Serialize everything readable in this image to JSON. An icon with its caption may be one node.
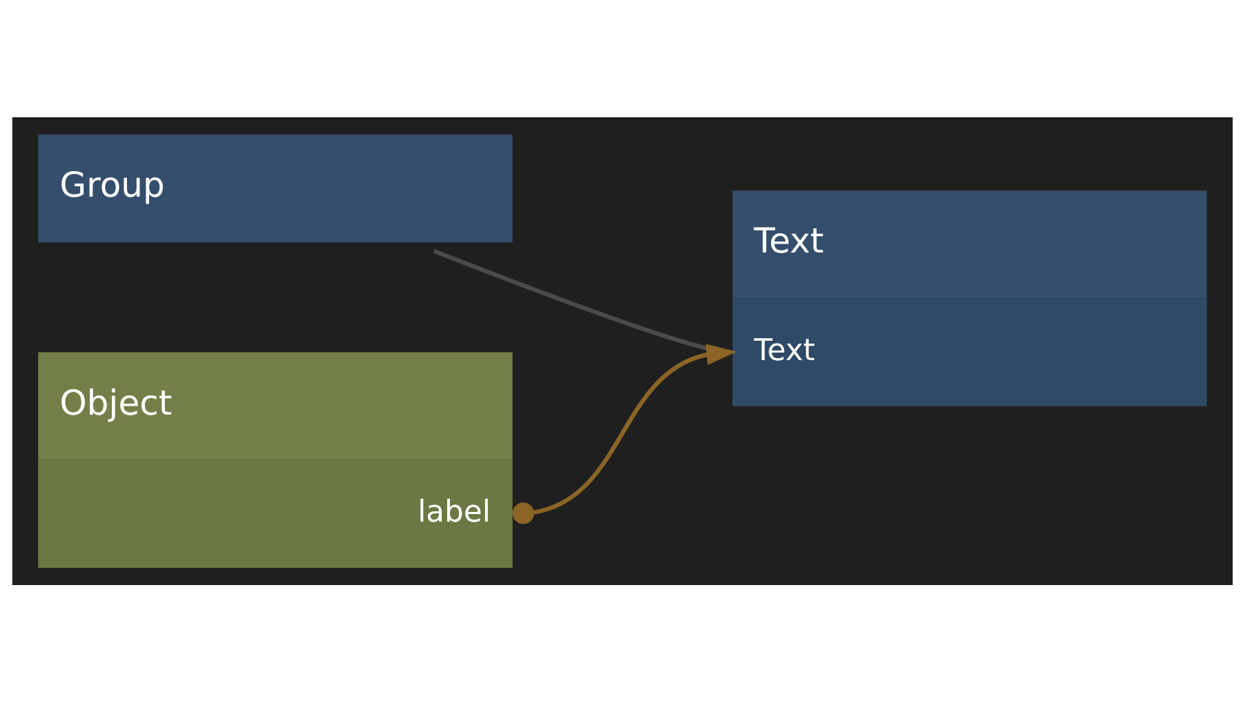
{
  "diagram": {
    "nodes": [
      {
        "text": [
          "Group"
        ]
      },
      {
        "text": [
          "Object",
          "label"
        ]
      },
      {
        "text": [
          "Text",
          "Text"
        ]
      }
    ],
    "edges": [
      {
        "from": 0,
        "to": 2,
        "arrow": "none",
        "color": "#4a4a4a"
      },
      {
        "from": 1,
        "to": 2,
        "arrow": "to",
        "color": "#8b6426"
      }
    ]
  }
}
